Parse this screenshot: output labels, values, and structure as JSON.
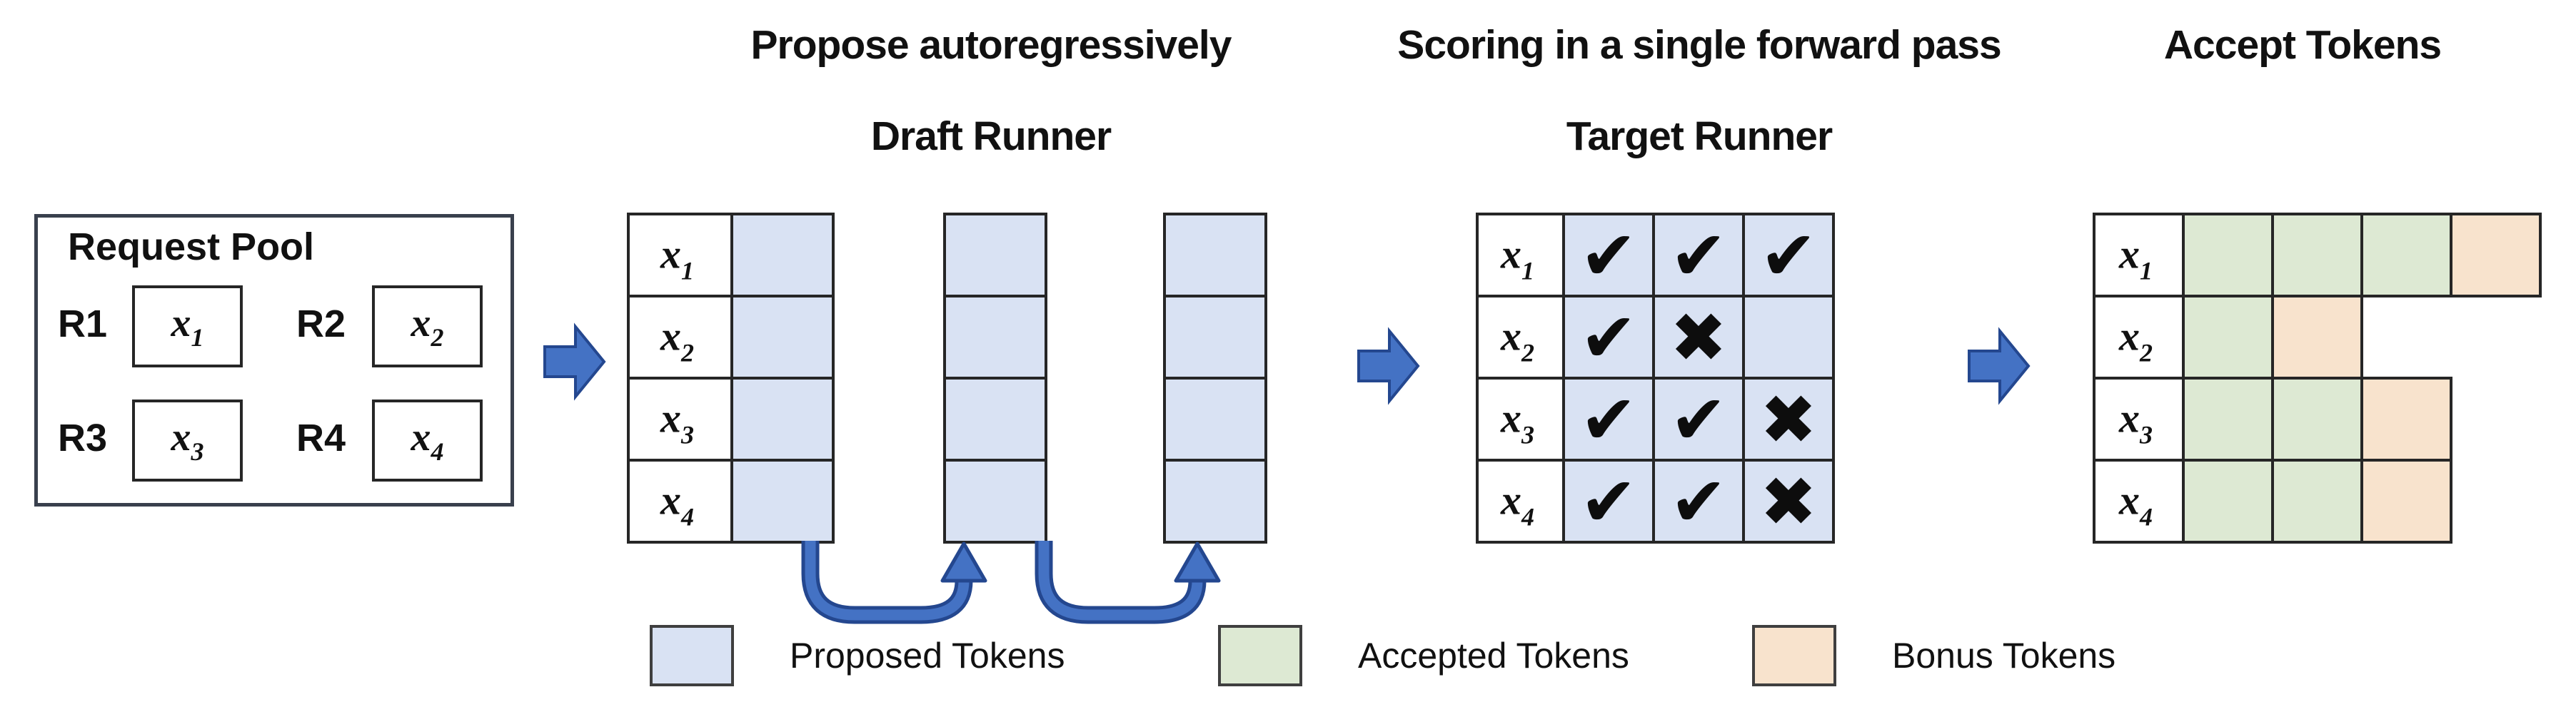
{
  "request_pool": {
    "title": "Request Pool",
    "items": [
      {
        "label": "R1",
        "token_base": "x",
        "token_sub": "1"
      },
      {
        "label": "R2",
        "token_base": "x",
        "token_sub": "2"
      },
      {
        "label": "R3",
        "token_base": "x",
        "token_sub": "3"
      },
      {
        "label": "R4",
        "token_base": "x",
        "token_sub": "4"
      }
    ]
  },
  "draft_runner": {
    "heading": "Propose autoregressively",
    "subheading": "Draft Runner",
    "row_labels": [
      [
        "x",
        "1"
      ],
      [
        "x",
        "2"
      ],
      [
        "x",
        "3"
      ],
      [
        "x",
        "4"
      ]
    ],
    "tables": [
      [
        "label",
        "proposed"
      ],
      [
        "proposed"
      ],
      [
        "proposed"
      ]
    ]
  },
  "target_runner": {
    "heading": "Scoring in a single forward pass",
    "subheading": "Target Runner",
    "row_labels": [
      [
        "x",
        "1"
      ],
      [
        "x",
        "2"
      ],
      [
        "x",
        "3"
      ],
      [
        "x",
        "4"
      ]
    ],
    "marks": [
      [
        "check",
        "check",
        "check"
      ],
      [
        "check",
        "cross",
        "none"
      ],
      [
        "check",
        "check",
        "cross"
      ],
      [
        "check",
        "check",
        "cross"
      ]
    ]
  },
  "accept_tokens": {
    "heading": "Accept Tokens",
    "row_labels": [
      [
        "x",
        "1"
      ],
      [
        "x",
        "2"
      ],
      [
        "x",
        "3"
      ],
      [
        "x",
        "4"
      ]
    ],
    "rows": [
      [
        "accepted",
        "accepted",
        "accepted",
        "bonus"
      ],
      [
        "accepted",
        "bonus"
      ],
      [
        "accepted",
        "accepted",
        "bonus"
      ],
      [
        "accepted",
        "accepted",
        "bonus"
      ]
    ]
  },
  "legend": {
    "items": [
      {
        "label": "Proposed Tokens",
        "type": "proposed"
      },
      {
        "label": "Accepted Tokens",
        "type": "accepted"
      },
      {
        "label": "Bonus Tokens",
        "type": "bonus"
      }
    ]
  },
  "glyphs": {
    "check": "✔",
    "cross": "✖",
    "none": ""
  },
  "colors": {
    "proposed": "#d9e2f3",
    "accepted": "#dde9d3",
    "bonus": "#f8e3cd",
    "cell_label_bg": "#ffffff",
    "grid_border": "#262626",
    "arrow_fill": "#4472c4",
    "arrow_outline": "#24478f",
    "text": "#111111"
  }
}
